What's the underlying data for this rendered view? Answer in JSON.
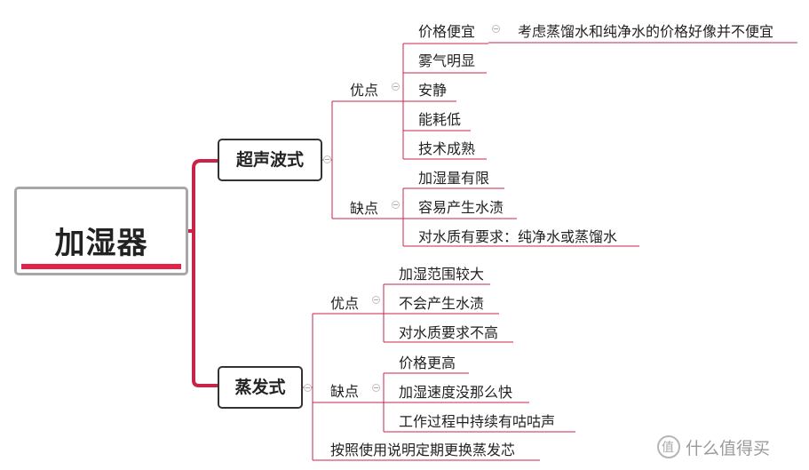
{
  "root": {
    "label": "加湿器",
    "accent_color": "#e3224a"
  },
  "branches": [
    {
      "label": "超声波式",
      "groups": [
        {
          "label": "优点",
          "items": [
            {
              "label": "价格便宜",
              "note": "考虑蒸馏水和纯净水的价格好像并不便宜"
            },
            {
              "label": "雾气明显"
            },
            {
              "label": "安静"
            },
            {
              "label": "能耗低"
            },
            {
              "label": "技术成熟"
            }
          ]
        },
        {
          "label": "缺点",
          "items": [
            {
              "label": "加湿量有限"
            },
            {
              "label": "容易产生水渍"
            },
            {
              "label": "对水质有要求：纯净水或蒸馏水"
            }
          ]
        }
      ]
    },
    {
      "label": "蒸发式",
      "groups": [
        {
          "label": "优点",
          "items": [
            {
              "label": "加湿范围较大"
            },
            {
              "label": "不会产生水渍"
            },
            {
              "label": "对水质要求不高"
            }
          ]
        },
        {
          "label": "缺点",
          "items": [
            {
              "label": "价格更高"
            },
            {
              "label": "加湿速度没那么快"
            },
            {
              "label": "工作过程中持续有咕咕声"
            }
          ]
        },
        {
          "label": "按照使用说明定期更换蒸发芯"
        }
      ]
    }
  ],
  "watermark": {
    "text": "什么值得买",
    "icon": "smzdm-logo-icon"
  },
  "colors": {
    "connector": "#c8244a",
    "node_border": "#333333",
    "root_border": "#a7a7a7"
  }
}
